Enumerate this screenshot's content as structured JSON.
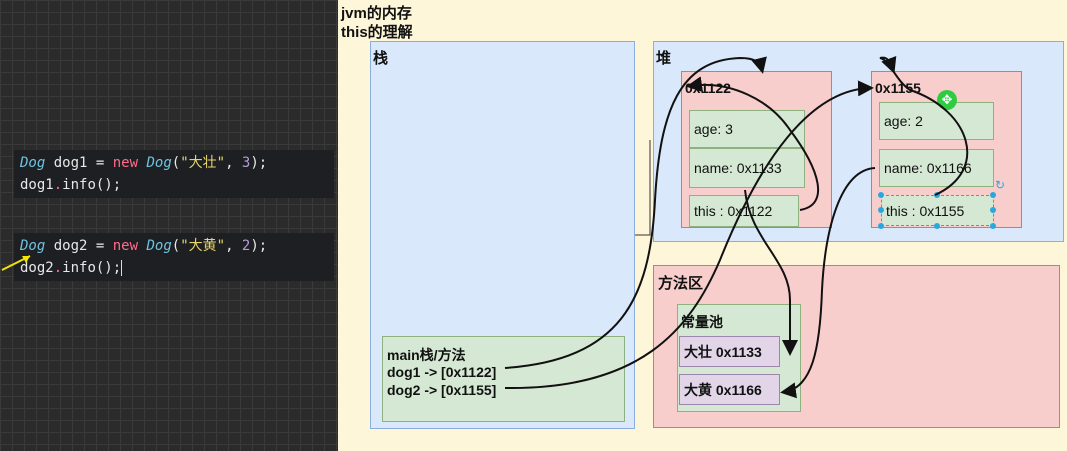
{
  "code": {
    "line1": {
      "cls": "Dog",
      "var": " dog1 = ",
      "kw": "new",
      "cls2": "Dog",
      "open": "(",
      "str": "\"大壮\"",
      "comma": ", ",
      "num": "3",
      "close": ");"
    },
    "line2": {
      "var": "dog1",
      "dot": ".",
      "call": "info();"
    },
    "line3": {
      "cls": "Dog",
      "var": " dog2 = ",
      "kw": "new",
      "cls2": "Dog",
      "open": "(",
      "str": "\"大黄\"",
      "comma": ", ",
      "num": "2",
      "close": ");"
    },
    "line4": {
      "var": "dog2",
      "dot": ".",
      "call": "info();"
    }
  },
  "diagram": {
    "title1": "jvm的内存",
    "title2": "this的理解",
    "stack": {
      "label": "栈",
      "frame": {
        "title": "main栈/方法",
        "dog1": "dog1 -> [0x1122]",
        "dog2": "dog2 -> [0x1155]"
      }
    },
    "heap": {
      "label": "堆",
      "obj1": {
        "addr": "0x1122",
        "age": "age: 3",
        "name": "name: 0x1133",
        "this": "this : 0x1122"
      },
      "obj2": {
        "addr": "0x1155",
        "age": "age: 2",
        "name": "name: 0x1166",
        "this": "this : 0x1155"
      }
    },
    "method_area": {
      "label": "方法区",
      "pool": {
        "label": "常量池",
        "s1": "大壮 0x1133",
        "s2": "大黄 0x1166"
      }
    }
  },
  "colors": {
    "stack": "#dae8fc",
    "heap": "#dae8fc",
    "object": "#f8cecc",
    "field": "#d5e8d4",
    "string": "#e1d5e7",
    "method_area": "#f8cecc"
  }
}
